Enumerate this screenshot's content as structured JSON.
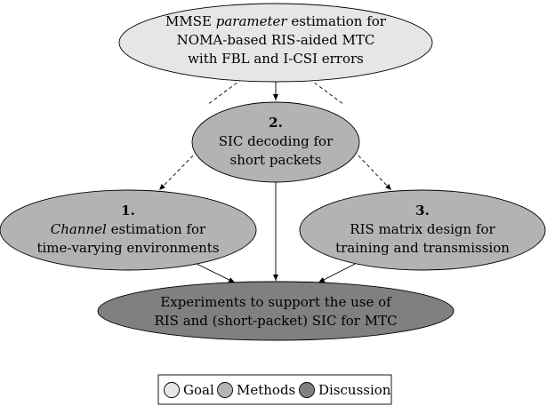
{
  "colors": {
    "goal": "#e6e6e6",
    "methods": "#b3b3b3",
    "discussion": "#808080"
  },
  "goal": {
    "line1_pre": "MMSE ",
    "line1_italic": "parameter",
    "line1_post": " estimation for",
    "line2": "NOMA-based RIS-aided MTC",
    "line3": "with FBL and I-CSI errors"
  },
  "method2": {
    "number": "2.",
    "line1": "SIC decoding for",
    "line2": "short packets"
  },
  "method1": {
    "number": "1.",
    "line1_italic": "Channel",
    "line1_post": " estimation for",
    "line2": "time-varying environments"
  },
  "method3": {
    "number": "3.",
    "line1": "RIS matrix design for",
    "line2": "training and transmission"
  },
  "discussion": {
    "line1": "Experiments to support the use of",
    "line2": "RIS and (short-packet) SIC for MTC"
  },
  "legend": {
    "goal": "Goal",
    "methods": "Methods",
    "discussion": "Discussion"
  }
}
